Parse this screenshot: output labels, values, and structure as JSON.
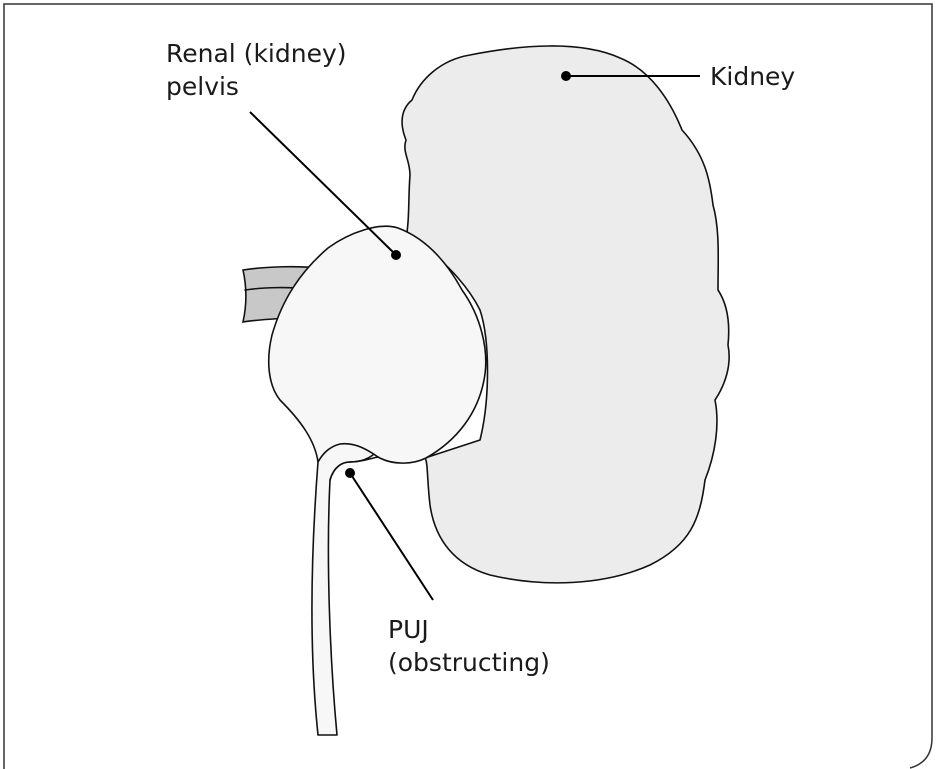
{
  "labels": {
    "renal_pelvis_line1": "Renal (kidney)",
    "renal_pelvis_line2": "pelvis",
    "kidney": "Kidney",
    "puj_line1": "PUJ",
    "puj_line2": "(obstructing)"
  },
  "colors": {
    "kidney_fill": "#ececec",
    "pelvis_fill": "#f7f7f7",
    "ureter_fill": "#f7f7f7",
    "vessel_fill": "#c8c8c8",
    "outline": "#111111",
    "frame": "#333333"
  }
}
